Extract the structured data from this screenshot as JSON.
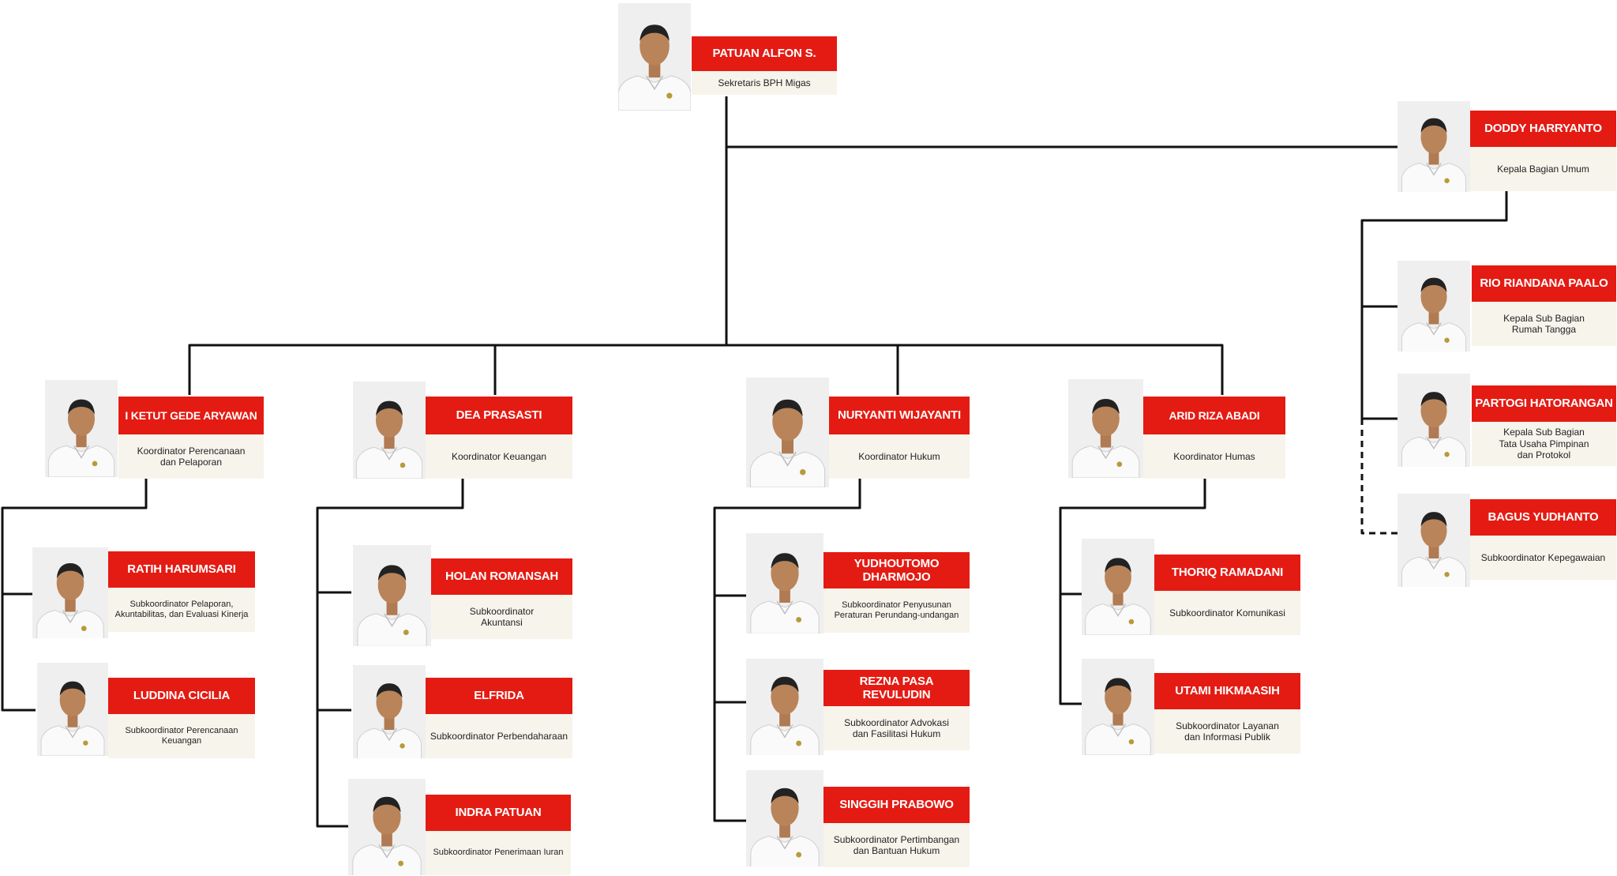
{
  "colors": {
    "accent": "#e41b13",
    "role_background": "#f7f4ec",
    "connector": "#111111"
  },
  "root": {
    "name": "PATUAN ALFON S.",
    "role": "Sekretaris BPH Migas"
  },
  "umum": {
    "head": {
      "name": "DODDY HARRYANTO",
      "role": "Kepala Bagian Umum"
    },
    "members": [
      {
        "name": "RIO RIANDANA PAALO",
        "role": "Kepala Sub Bagian\nRumah Tangga"
      },
      {
        "name": "PARTOGI HATORANGAN",
        "role": "Kepala Sub Bagian\nTata Usaha Pimpinan\ndan Protokol"
      },
      {
        "name": "BAGUS YUDHANTO",
        "role": "Subkoordinator Kepegawaian"
      }
    ]
  },
  "groups": [
    {
      "head": {
        "name": "I KETUT GEDE ARYAWAN",
        "role": "Koordinator Perencanaan\ndan Pelaporan"
      },
      "members": [
        {
          "name": "RATIH HARUMSARI",
          "role": "Subkoordinator Pelaporan,\nAkuntabilitas, dan Evaluasi Kinerja"
        },
        {
          "name": "LUDDINA CICILIA",
          "role": "Subkoordinator Perencanaan\nKeuangan"
        }
      ]
    },
    {
      "head": {
        "name": "DEA PRASASTI",
        "role": "Koordinator Keuangan"
      },
      "members": [
        {
          "name": "HOLAN ROMANSAH",
          "role": "Subkoordinator\nAkuntansi"
        },
        {
          "name": "ELFRIDA",
          "role": "Subkoordinator Perbendaharaan"
        },
        {
          "name": "INDRA PATUAN",
          "role": "Subkoordinator Penerimaan Iuran"
        }
      ]
    },
    {
      "head": {
        "name": "NURYANTI WIJAYANTI",
        "role": "Koordinator Hukum"
      },
      "members": [
        {
          "name": "YUDHOUTOMO\nDHARMOJO",
          "role": "Subkoordinator Penyusunan\nPeraturan Perundang-undangan"
        },
        {
          "name": "REZNA PASA\nREVULUDIN",
          "role": "Subkoordinator Advokasi\ndan Fasilitasi Hukum"
        },
        {
          "name": "SINGGIH PRABOWO",
          "role": "Subkoordinator Pertimbangan\ndan Bantuan Hukum"
        }
      ]
    },
    {
      "head": {
        "name": "ARID RIZA ABADI",
        "role": "Koordinator Humas"
      },
      "members": [
        {
          "name": "THORIQ RAMADANI",
          "role": "Subkoordinator Komunikasi"
        },
        {
          "name": "UTAMI HIKMAASIH",
          "role": "Subkoordinator Layanan\ndan Informasi Publik"
        }
      ]
    }
  ]
}
